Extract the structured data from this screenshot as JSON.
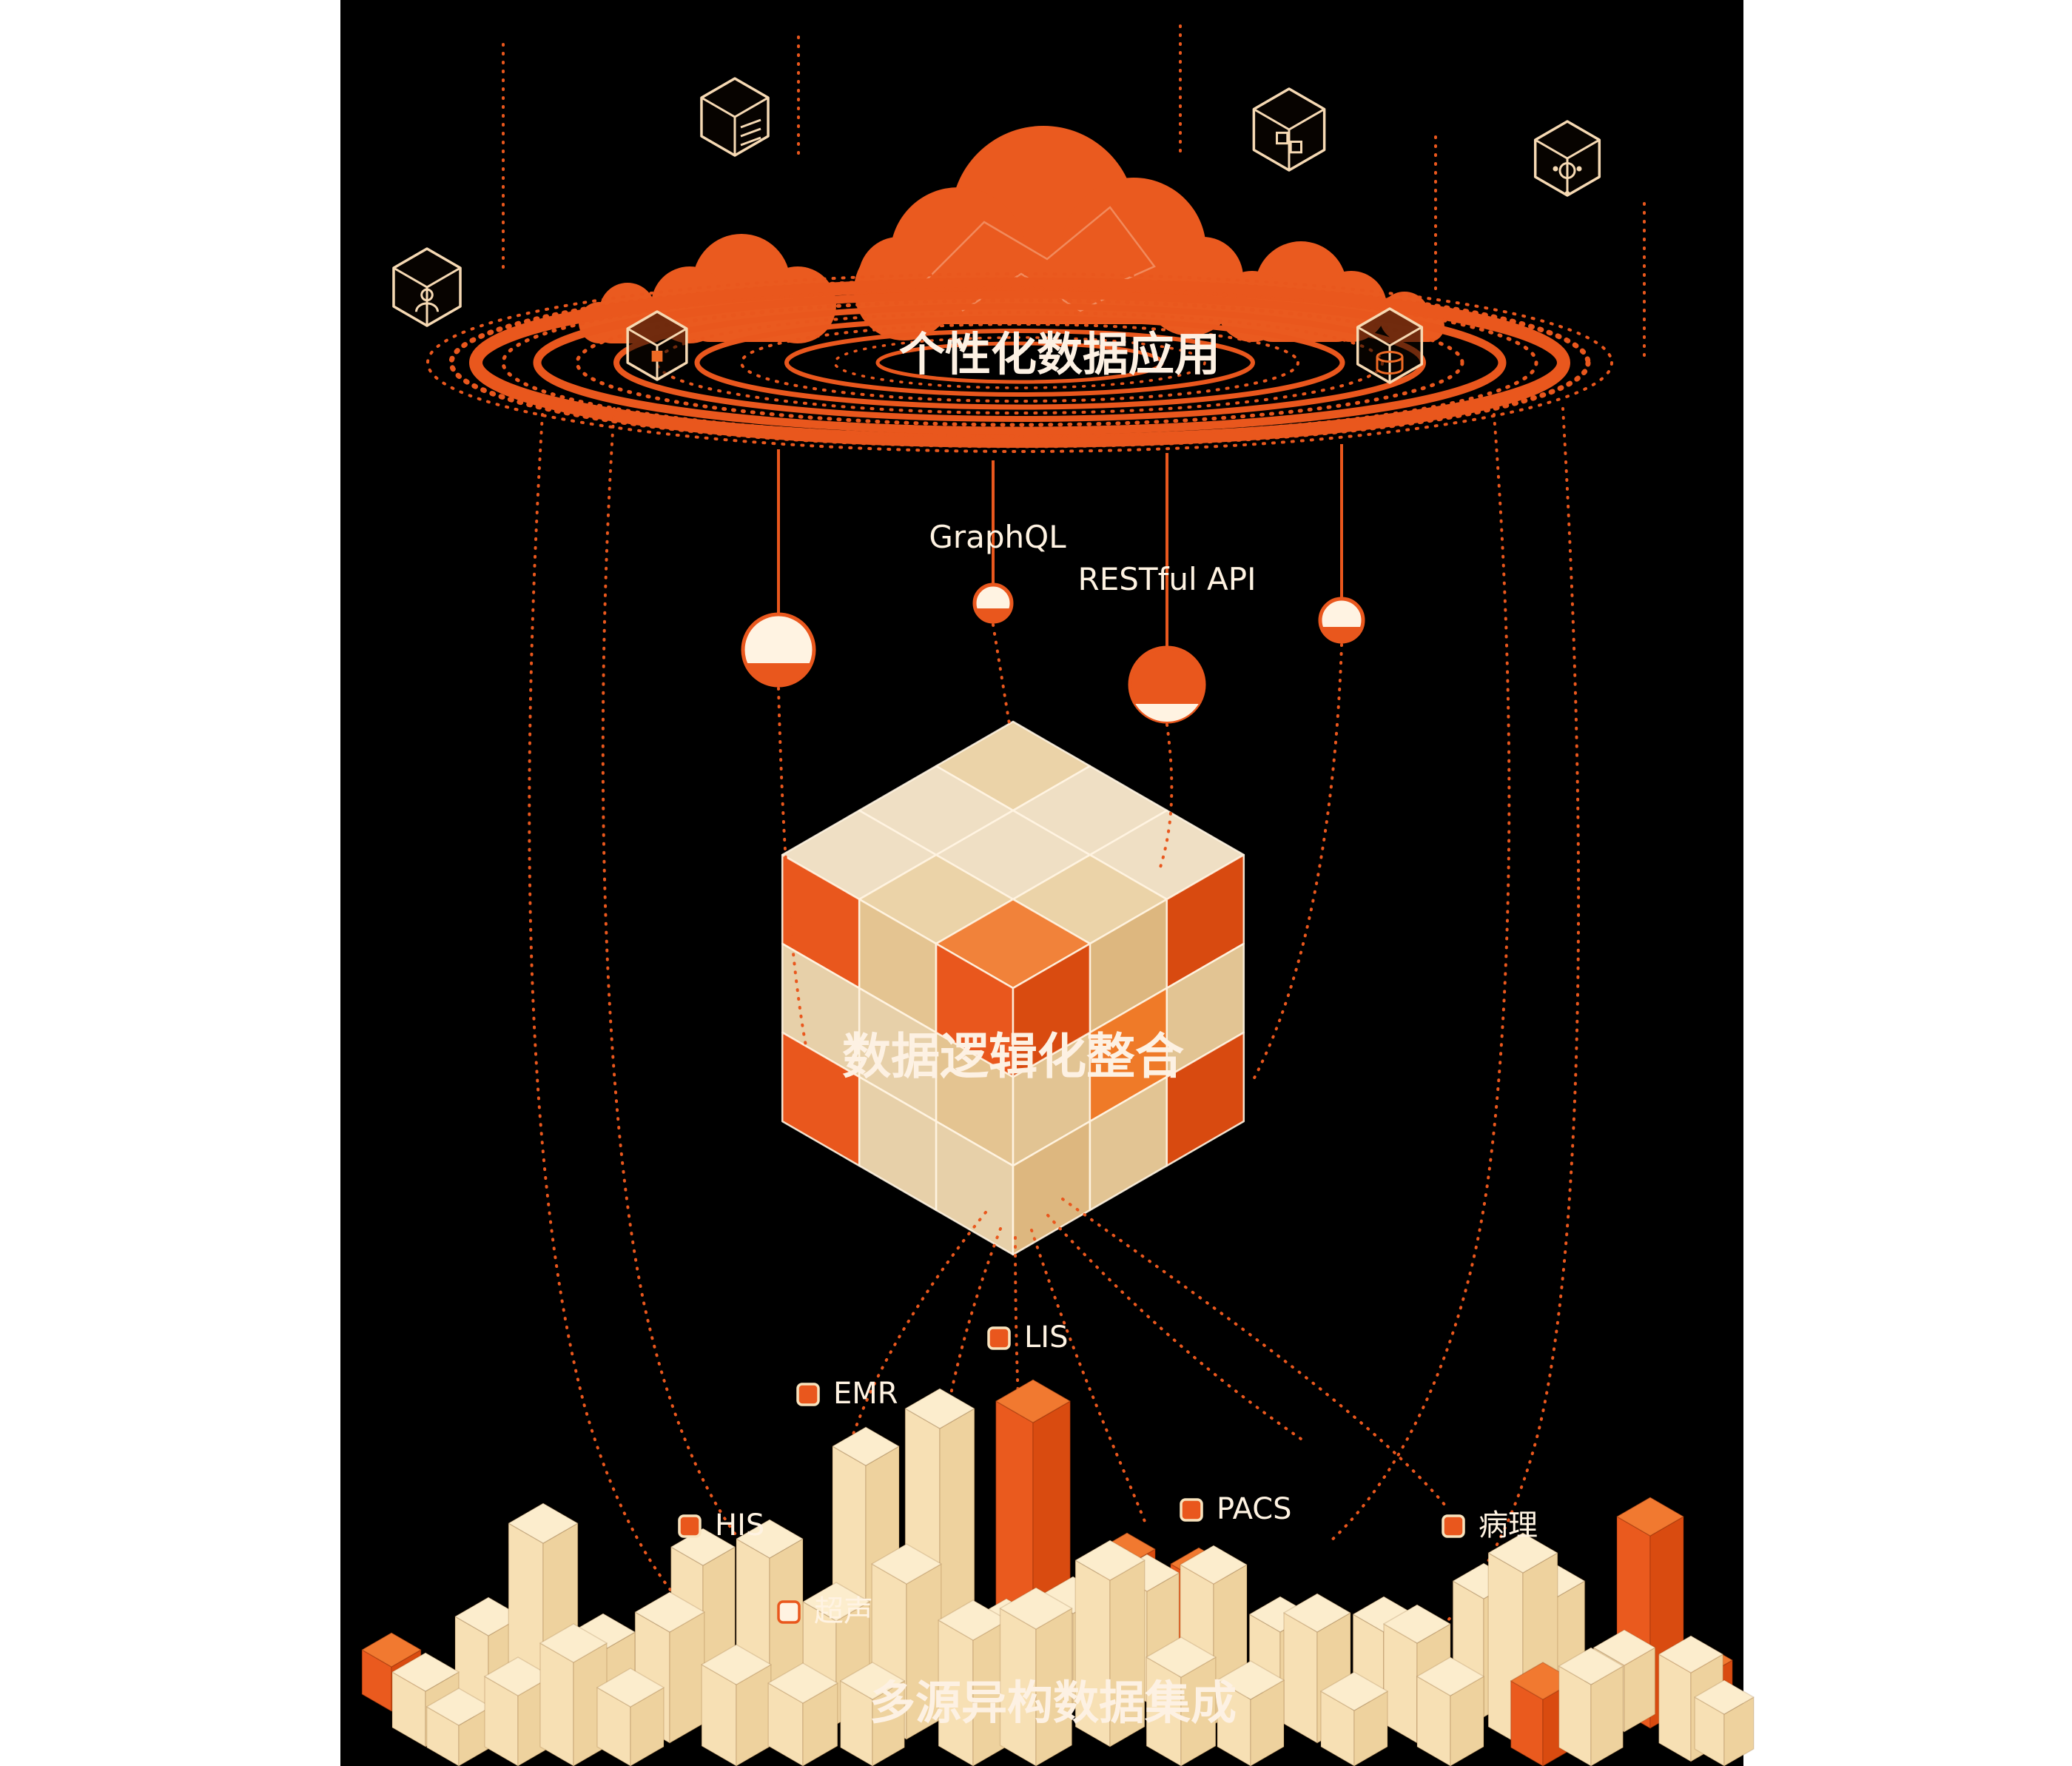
{
  "page": {
    "background": "#ffffff",
    "panel_background": "#000000"
  },
  "palette": {
    "primary_orange": "#e9571d",
    "bright_orange": "#f17930",
    "deep_orange": "#dd4a12",
    "cream": "#f8e3bd",
    "warm_white": "#fff3e2"
  },
  "top": {
    "title": "个性化数据应用",
    "icons": [
      {
        "name": "server-cube-icon"
      },
      {
        "name": "stacked-boxes-cube-icon"
      },
      {
        "name": "network-cube-icon"
      },
      {
        "name": "user-cube-icon"
      },
      {
        "name": "package-cube-icon"
      },
      {
        "name": "database-cube-icon"
      }
    ]
  },
  "connectors": {
    "graphql": "GraphQL",
    "restful": "RESTful API"
  },
  "middle": {
    "title": "数据逻辑化整合"
  },
  "bottom": {
    "title": "多源异构数据集成",
    "legends": [
      {
        "label": "LIS"
      },
      {
        "label": "EMR"
      },
      {
        "label": "HIS"
      },
      {
        "label": "PACS"
      },
      {
        "label": "病理"
      },
      {
        "label": "超声"
      }
    ]
  }
}
